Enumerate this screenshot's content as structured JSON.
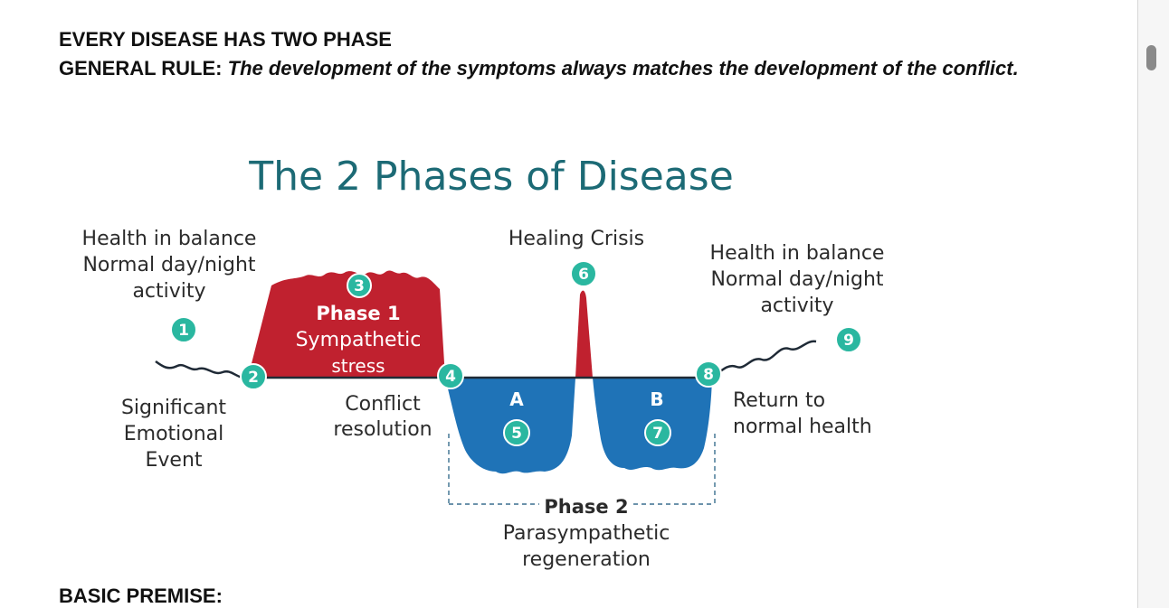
{
  "document": {
    "heading": "EVERY DISEASE HAS TWO PHASE",
    "rule_label": "GENERAL RULE:",
    "rule_text": "The development of the symptoms always matches the development of the conflict.",
    "basic_premise": "BASIC PREMISE:"
  },
  "diagram": {
    "title": "The 2 Phases of Disease",
    "health_left": [
      "Health in balance",
      "Normal day/night",
      "activity"
    ],
    "health_right": [
      "Health in balance",
      "Normal day/night",
      "activity"
    ],
    "healing_crisis": "Healing Crisis",
    "phase1": {
      "title": "Phase 1",
      "line1": "Sympathetic",
      "line2": "stress"
    },
    "significant_event": [
      "Significant",
      "Emotional",
      "Event"
    ],
    "conflict_resolution": [
      "Conflict",
      "resolution"
    ],
    "label_a": "A",
    "label_b": "B",
    "return_normal": [
      "Return to",
      "normal health"
    ],
    "phase2": {
      "title": "Phase 2",
      "line1": "Parasympathetic",
      "line2": "regeneration"
    },
    "markers": [
      "1",
      "2",
      "3",
      "4",
      "5",
      "6",
      "7",
      "8",
      "9"
    ],
    "colors": {
      "teal": "#2ab7a0",
      "red": "#c0212f",
      "blue": "#1f73b7",
      "title": "#1c6a75",
      "text": "#2b2b2b"
    }
  },
  "scrollbar": {
    "icon": "scrollbar-thumb"
  }
}
